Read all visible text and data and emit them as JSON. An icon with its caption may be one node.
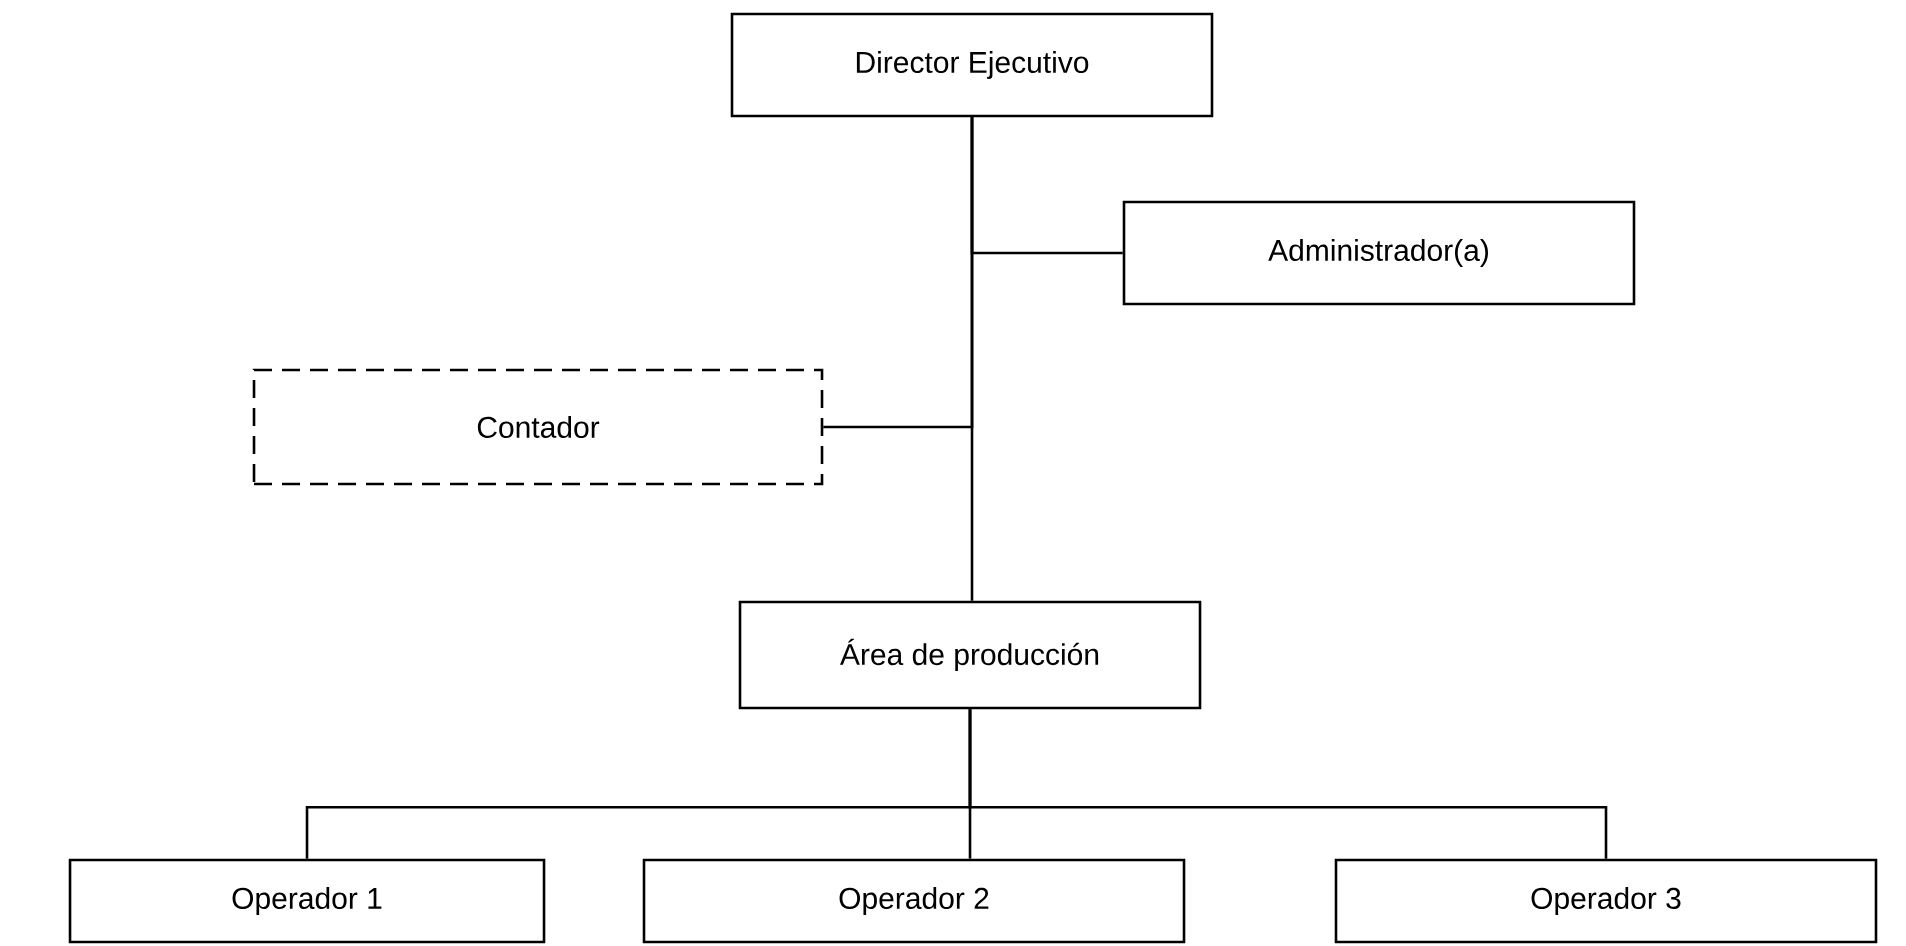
{
  "diagram": {
    "nodes": [
      {
        "text": [
          "Director Ejecutivo"
        ]
      },
      {
        "text": [
          "Administrador(a)"
        ]
      },
      {
        "text": [
          "Contador"
        ]
      },
      {
        "text": [
          "Área de producción"
        ]
      },
      {
        "text": [
          "Operador 1"
        ]
      },
      {
        "text": [
          "Operador 2"
        ]
      },
      {
        "text": [
          "Operador 3"
        ]
      }
    ],
    "edges": [
      {
        "from": 0,
        "to": 1,
        "arrow": "none"
      },
      {
        "from": 0,
        "to": 2,
        "arrow": "none"
      },
      {
        "from": 0,
        "to": 3,
        "arrow": "none"
      },
      {
        "from": 3,
        "to": 4,
        "arrow": "none"
      },
      {
        "from": 3,
        "to": 5,
        "arrow": "none"
      },
      {
        "from": 3,
        "to": 6,
        "arrow": "none"
      }
    ]
  }
}
